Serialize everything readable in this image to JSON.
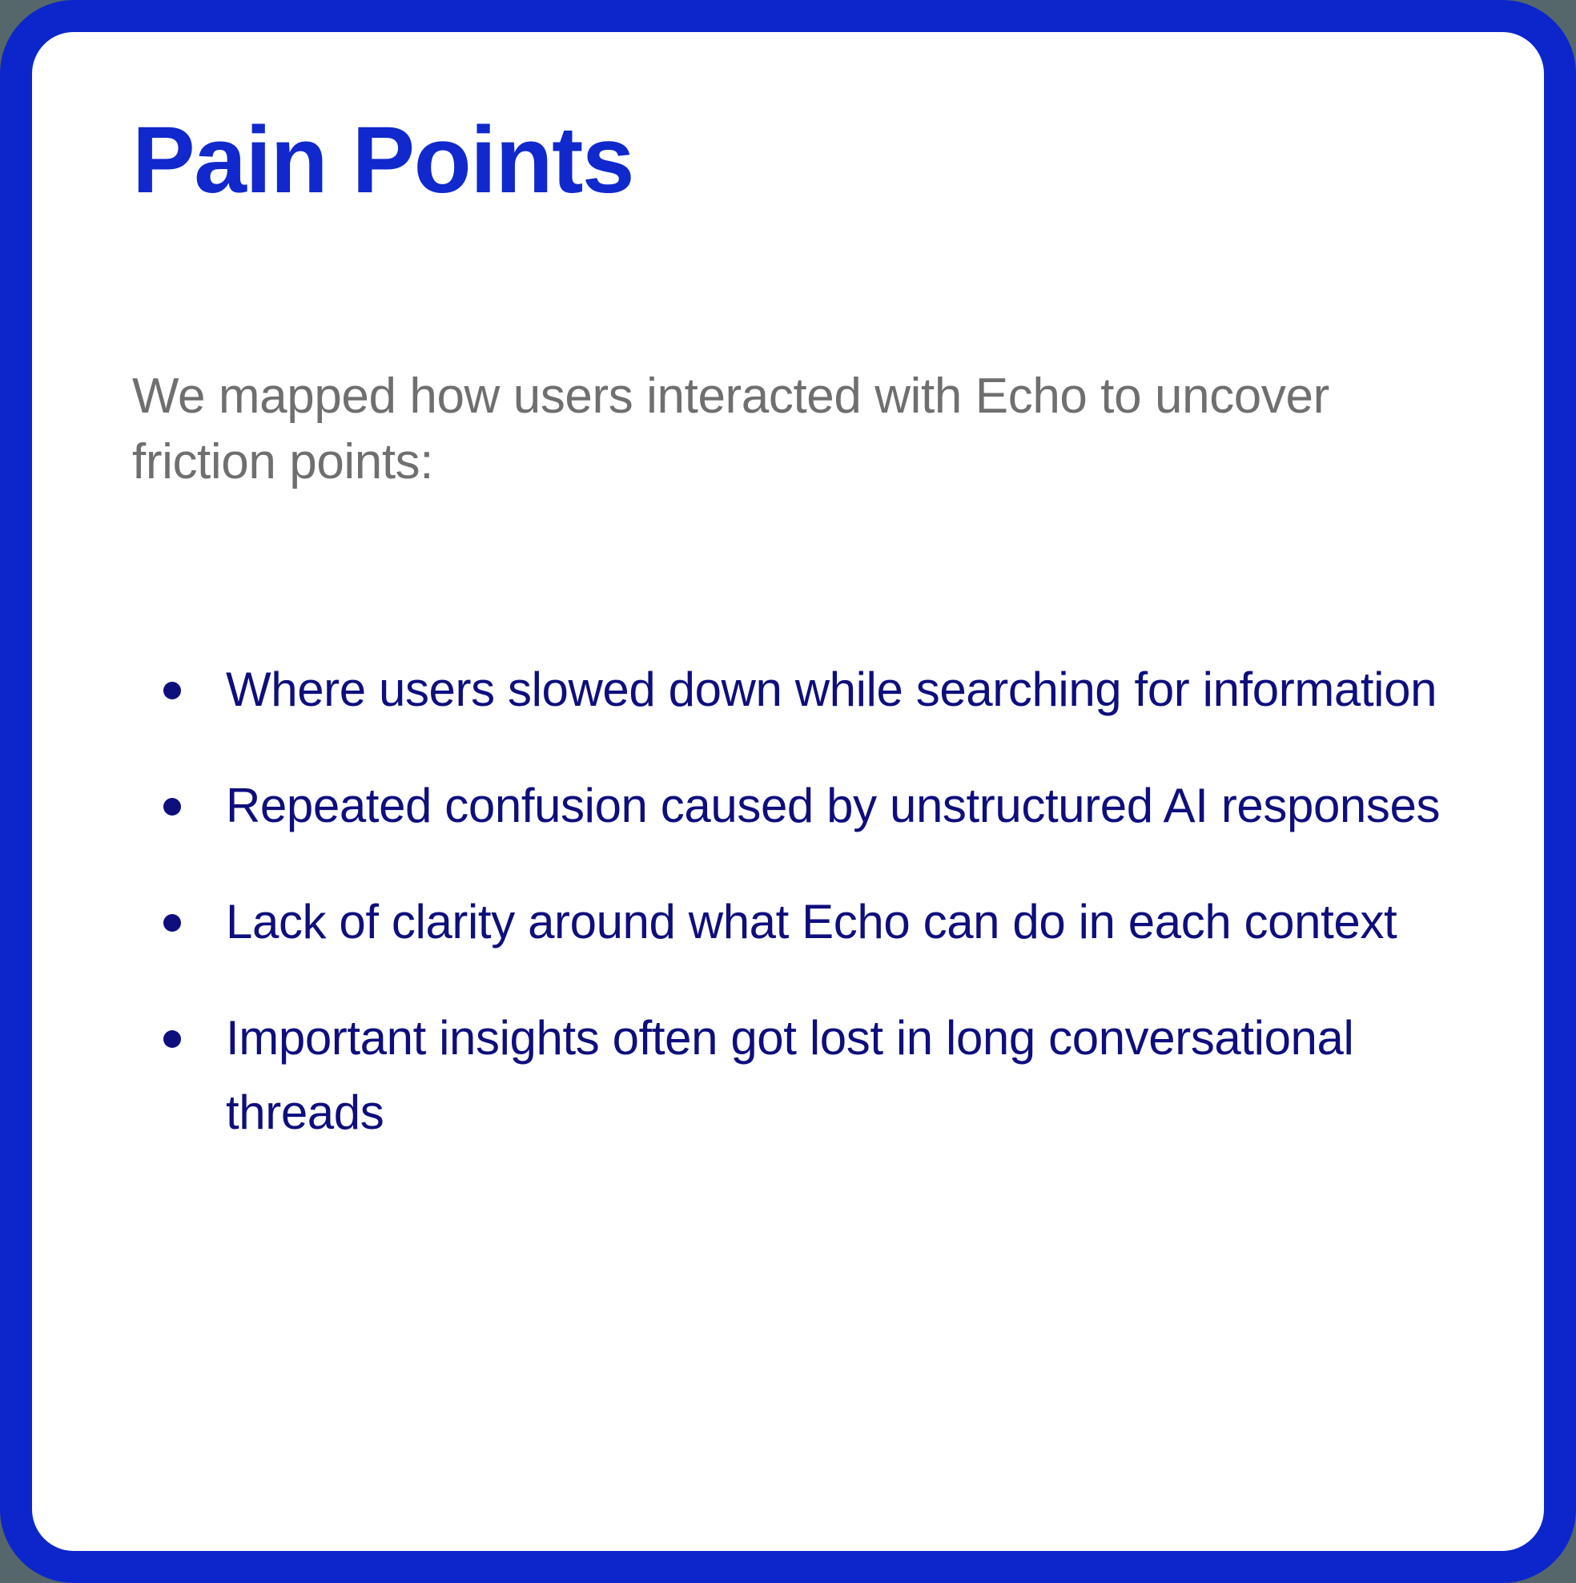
{
  "card": {
    "border_color": "#0c26cc",
    "background_color": "#ffffff",
    "canvas_background_color": "#55676a"
  },
  "header": {
    "title": "Pain Points",
    "title_color": "#1028cc"
  },
  "intro": {
    "text": "We mapped how users interacted with Echo to uncover friction points:",
    "color": "#6f6f6f"
  },
  "pain_points": {
    "bullet_color": "#0e0e7d",
    "items": [
      {
        "text": "Where users slowed down while searching for information"
      },
      {
        "text": "Repeated confusion caused by unstructured AI responses"
      },
      {
        "text": "Lack of clarity around what Echo can do in each context"
      },
      {
        "text": "Important insights often got lost in long conversational threads"
      }
    ]
  }
}
